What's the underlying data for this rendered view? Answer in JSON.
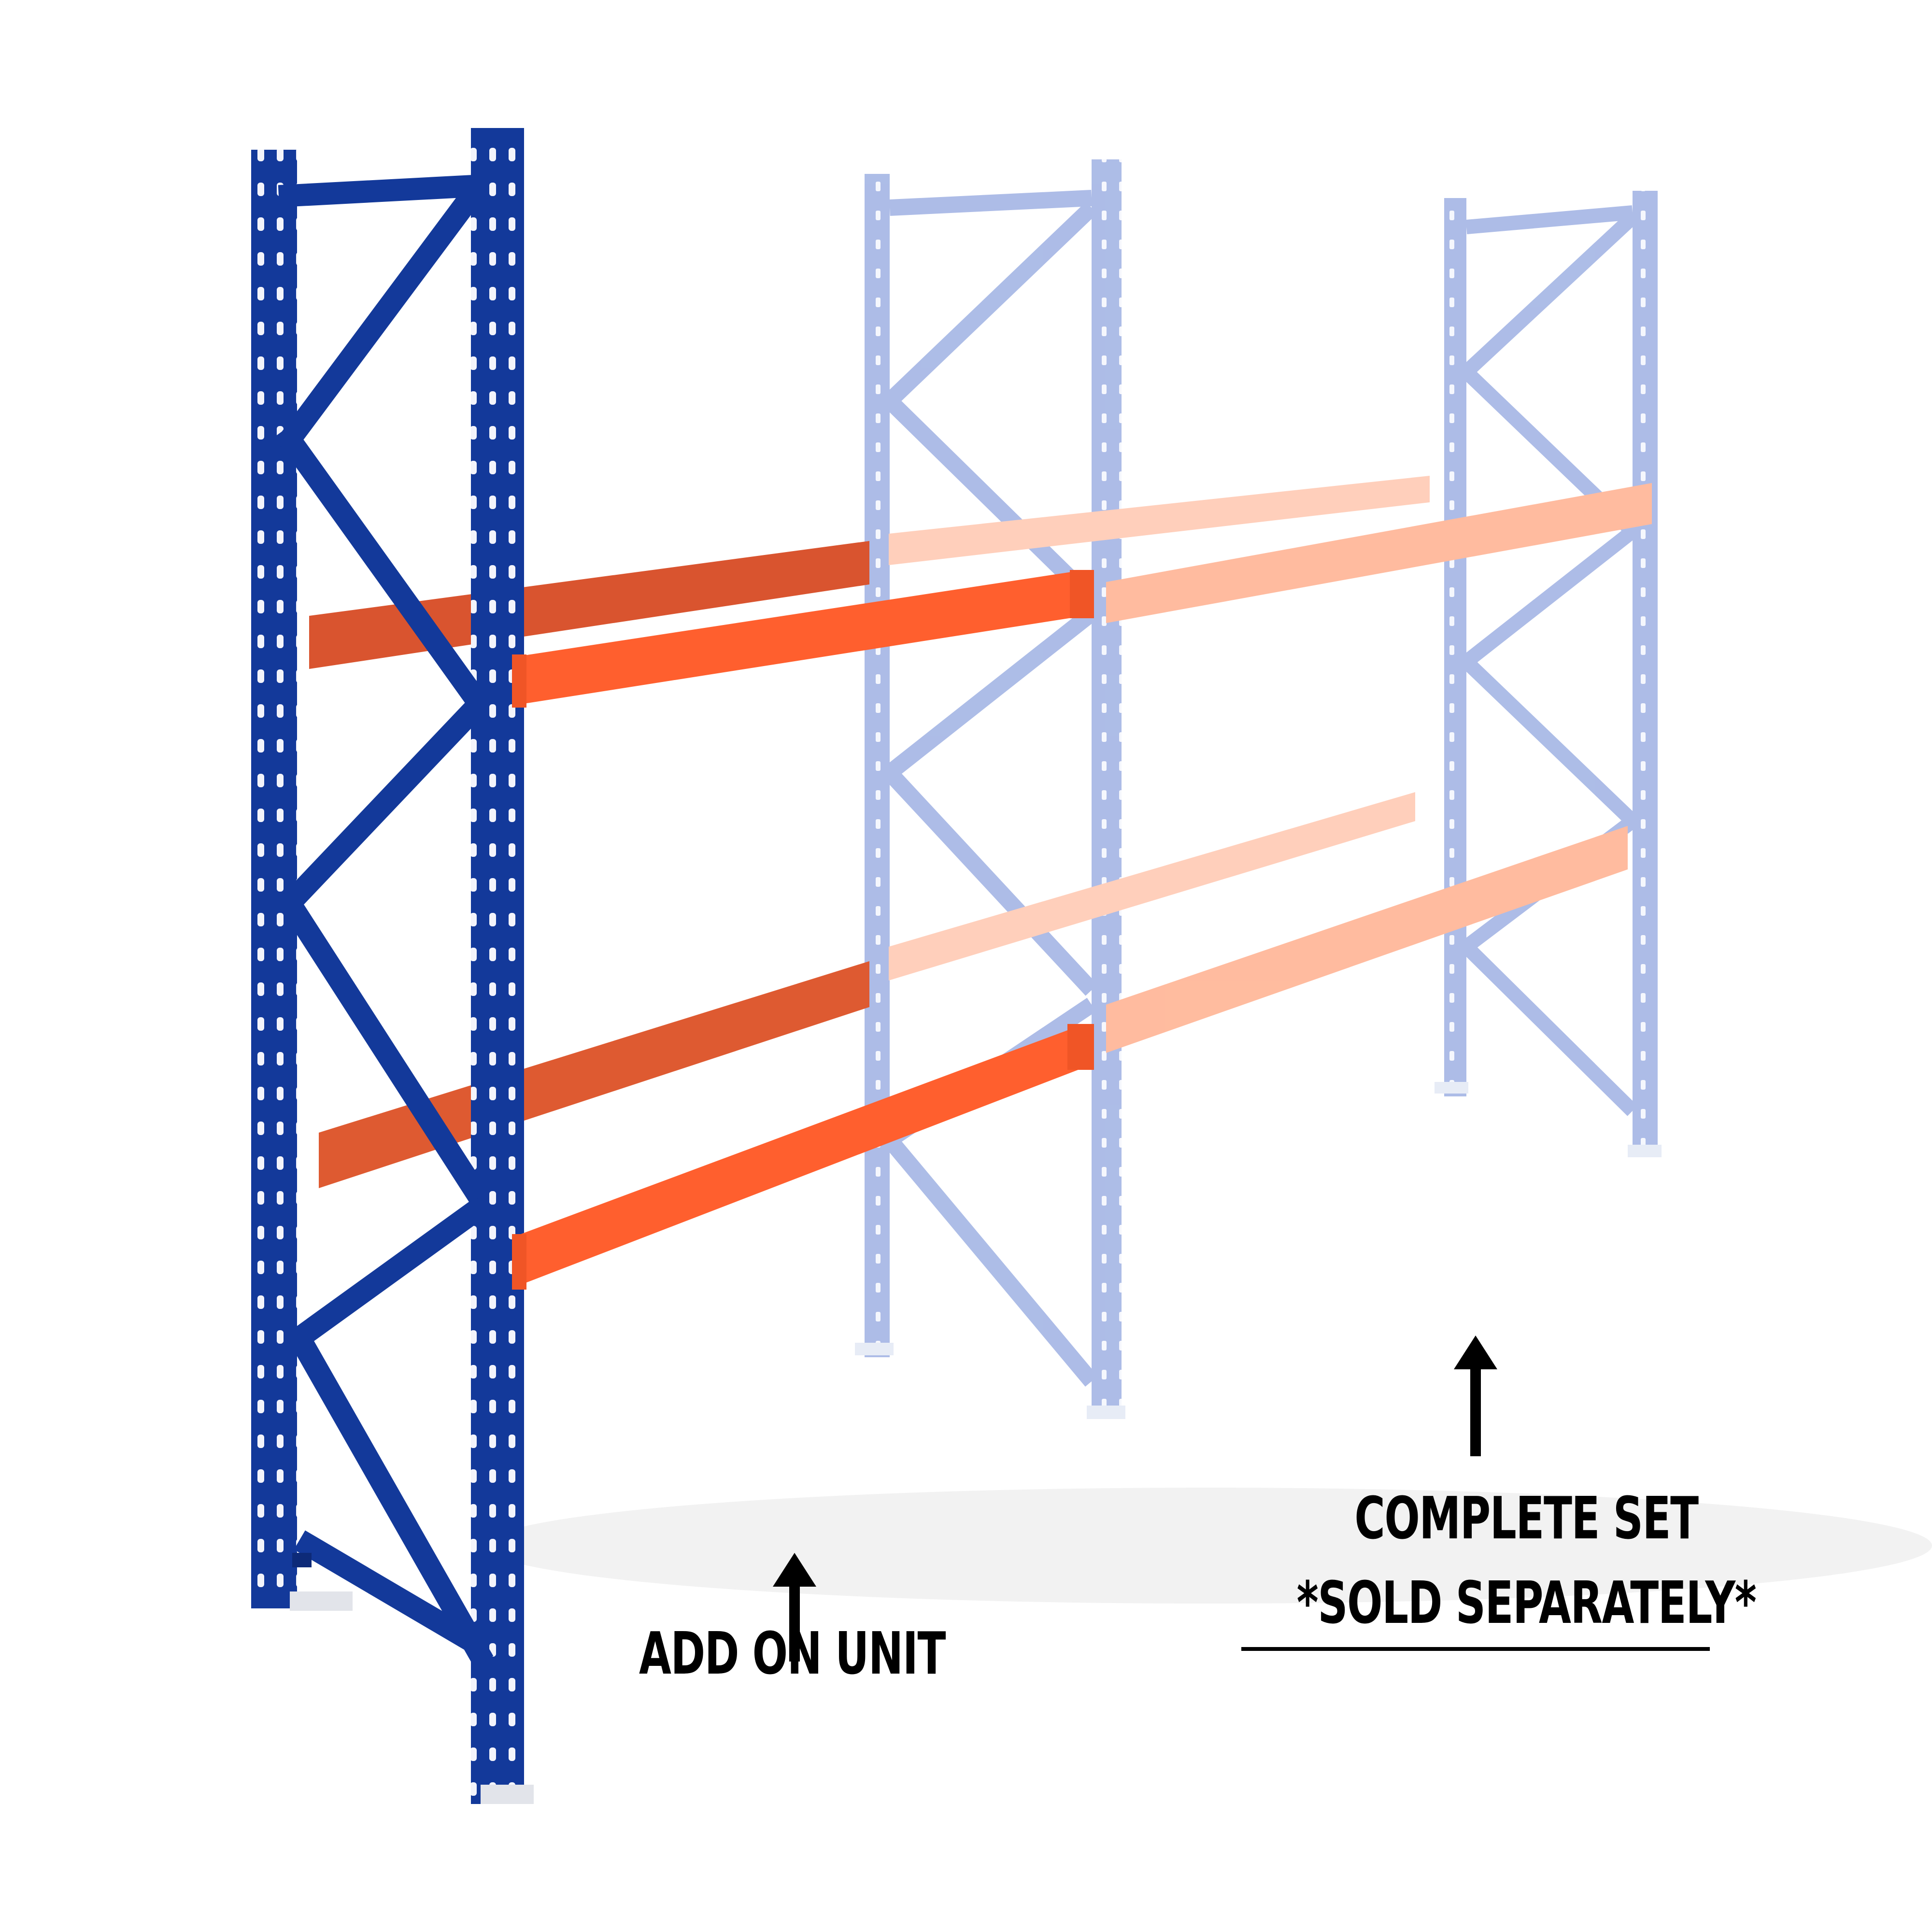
{
  "labels": {
    "add_on_unit": "ADD ON UNIT",
    "complete_set": "COMPLETE SET",
    "sold_separately": "*SOLD SEPARATELY*"
  },
  "colors": {
    "frame_blue": "#13399a",
    "frame_blue_dark": "#0d2a78",
    "beam_orange": "#ff5f2e",
    "beam_orange_shadow": "#d9542f",
    "ghost_frame": "#a9b9e6",
    "ghost_beam": "#ffc1a8",
    "text": "#000000"
  },
  "icons": [
    "up-arrow-icon",
    "up-arrow-icon"
  ]
}
